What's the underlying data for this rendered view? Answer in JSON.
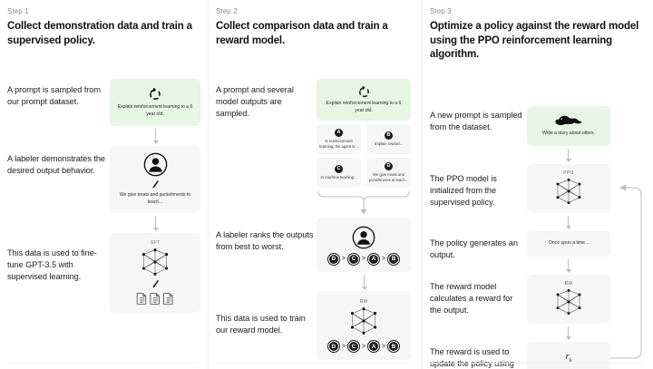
{
  "steps": [
    {
      "label": "Step 1",
      "title": "Collect demonstration data and train a supervised policy.",
      "captions": [
        "A prompt is sampled from our prompt dataset.",
        "A labeler demonstrates the desired output behavior.",
        "This data is used to fine-tune GPT-3.5 with supervised learning."
      ],
      "panels": {
        "prompt_text": "Explain reinforcement learning to a 6 year old.",
        "prompt_icon": "recycle-loop-icon",
        "labeler_icon": "person-avatar-icon",
        "labeler_pen_icon": "pencil-icon",
        "labeler_text": "We give treats and punishments to teach...",
        "model_tag": "SFT",
        "model_icon": "neural-network-icon",
        "docs_icon": "documents-icon"
      }
    },
    {
      "label": "Step 2",
      "title": "Collect comparison data and train a reward model.",
      "captions": [
        "A prompt and several model outputs are sampled.",
        "A labeler ranks the outputs from best to worst.",
        "This data is used to train our reward model."
      ],
      "panels": {
        "prompt_text": "Explain reinforcement learning to a 6 year old.",
        "prompt_icon": "recycle-loop-icon",
        "options": [
          {
            "letter": "A",
            "text": "In reinforcement learning, the agent is..."
          },
          {
            "letter": "B",
            "text": "Explain reward..."
          },
          {
            "letter": "C",
            "text": "In machine learning..."
          },
          {
            "letter": "D",
            "text": "We give treats and punishments to teach..."
          }
        ],
        "labeler_icon": "person-avatar-icon",
        "ranking": [
          "D",
          "C",
          "A",
          "B"
        ],
        "ranking_separator": ">",
        "model_tag": "RM",
        "model_icon": "neural-network-icon",
        "rm_ranking": [
          "D",
          "C",
          "A",
          "B"
        ]
      }
    },
    {
      "label": "Step 3",
      "title": "Optimize a policy against the reward model using the PPO reinforcement learning algorithm.",
      "captions": [
        "A new prompt is sampled from the dataset.",
        "The PPO model is initialized from the supervised policy.",
        "The policy generates an output.",
        "The reward model calculates a reward for the output.",
        "The reward is used to update the policy using PPO."
      ],
      "panels": {
        "prompt_text": "Write a story about otters.",
        "prompt_icon": "otter-icon",
        "ppo_tag": "PPO",
        "ppo_icon": "neural-network-icon",
        "output_text": "Once upon a time...",
        "rm_tag": "RM",
        "rm_icon": "neural-network-icon",
        "reward_symbol": "r",
        "reward_subscript": "k",
        "feedback_loop": "update-loop-arrow"
      }
    }
  ],
  "colors": {
    "prompt_green": "#e6f5e4",
    "panel_gray": "#f6f6f6",
    "arrow_gray": "#bdbdbd",
    "text_dark": "#1b1b1b",
    "step_label_gray": "#8c8c8c"
  }
}
